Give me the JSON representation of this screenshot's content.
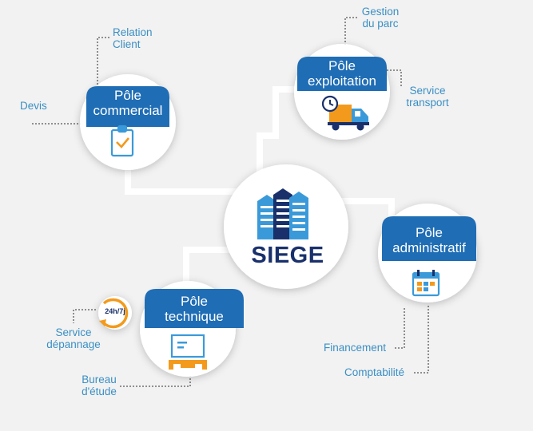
{
  "center": {
    "title": "SIEGE",
    "icon": "building-icon"
  },
  "poles": {
    "commercial": {
      "line1": "Pôle",
      "line2": "commercial",
      "icon": "clipboard-check-icon"
    },
    "exploitation": {
      "line1": "Pôle",
      "line2": "exploitation",
      "icon": "delivery-truck-icon"
    },
    "administratif": {
      "line1": "Pôle",
      "line2": "administratif",
      "icon": "calendar-icon"
    },
    "technique": {
      "line1": "Pôle",
      "line2": "technique",
      "icon": "computer-icon"
    }
  },
  "leaves": {
    "relation_client": {
      "line1": "Relation",
      "line2": "Client"
    },
    "devis": {
      "line1": "Devis"
    },
    "gestion_parc": {
      "line1": "Gestion",
      "line2": "du parc"
    },
    "service_transport": {
      "line1": "Service",
      "line2": "transport"
    },
    "financement": {
      "line1": "Financement"
    },
    "comptabilite": {
      "line1": "Comptabilité"
    },
    "service_depannage": {
      "line1": "Service",
      "line2": "dépannage",
      "badge": "24h/7j",
      "icon": "clock-24-7-icon"
    },
    "bureau_etude": {
      "line1": "Bureau",
      "line2": "d'étude"
    }
  },
  "colors": {
    "primary_blue": "#1f6db5",
    "navy": "#19306b",
    "light_blue": "#3a9ad9",
    "orange": "#f39a1c",
    "connector": "#ffffff",
    "dotted_line": "#555555",
    "background": "#f2f2f2"
  }
}
